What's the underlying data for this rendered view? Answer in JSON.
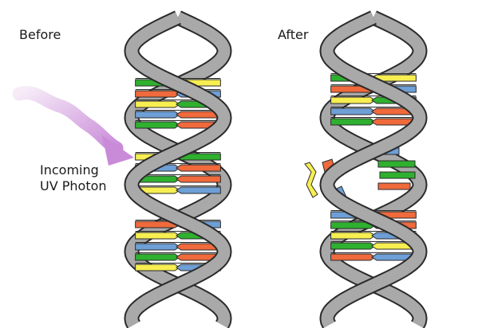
{
  "labels": {
    "before": "Before",
    "after": "After",
    "photon_line1": "Incoming",
    "photon_line2": "UV Photon"
  },
  "colors": {
    "backbone_fill": "#a9a9a9",
    "backbone_stroke": "#2b2b2b",
    "base_green": "#2fb02f",
    "base_orange": "#f06a3c",
    "base_yellow": "#f7ee52",
    "base_blue": "#6e9fd6",
    "photon": "#c98ad8",
    "photon_light": "#f0e2f4"
  },
  "icons": {
    "photon_arrow": "wavy-arrow-icon"
  }
}
